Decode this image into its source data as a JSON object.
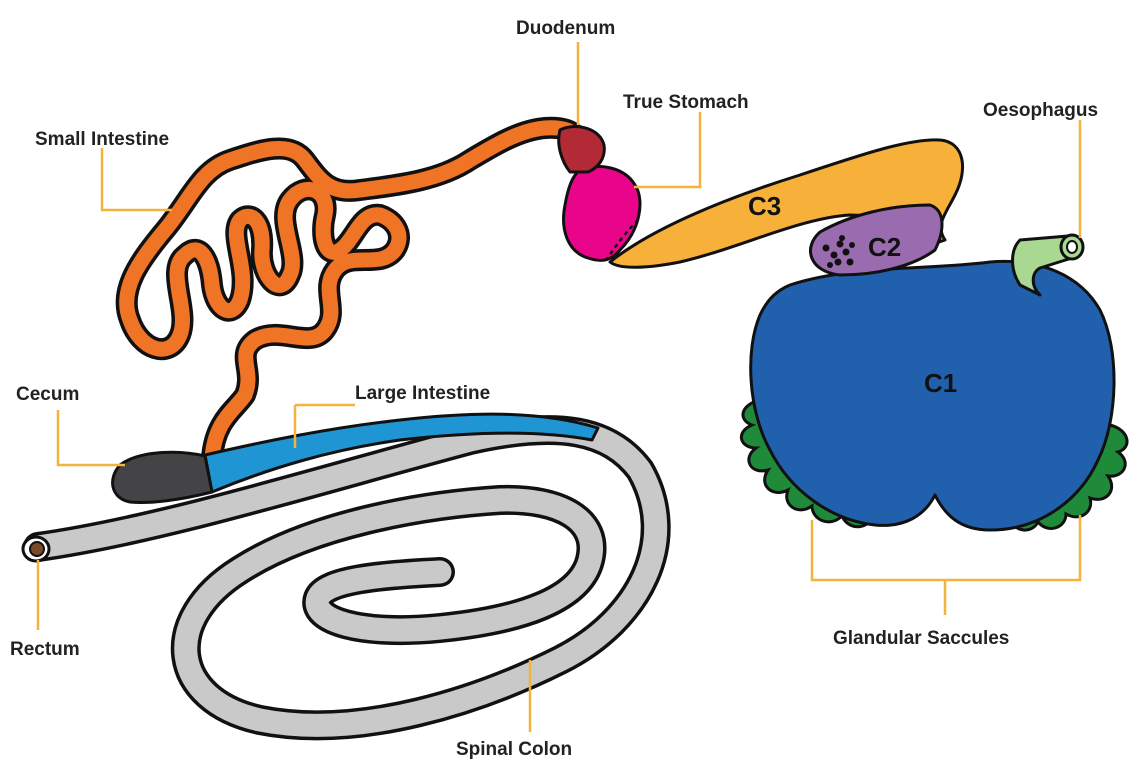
{
  "labels": {
    "duodenum": "Duodenum",
    "true_stomach": "True Stomach",
    "oesophagus": "Oesophagus",
    "small_intestine": "Small Intestine",
    "cecum": "Cecum",
    "large_intestine": "Large Intestine",
    "rectum": "Rectum",
    "spinal_colon": "Spinal Colon",
    "glandular_saccules": "Glandular Saccules"
  },
  "chambers": {
    "c1": "C1",
    "c2": "C2",
    "c3": "C3"
  },
  "colors": {
    "c1": "#2160ad",
    "c2": "#9b6bb0",
    "c3": "#f7b03a",
    "true_stomach": "#e8058a",
    "duodenum": "#b22a35",
    "small_intestine": "#f07426",
    "cecum": "#444447",
    "large_intestine": "#1f96d3",
    "spinal_colon": "#c9c9c9",
    "oesophagus": "#a8d891",
    "glandular_saccules": "#1e8a3a",
    "rectum": "#7a4a2a",
    "leader": "#f6b33c"
  }
}
